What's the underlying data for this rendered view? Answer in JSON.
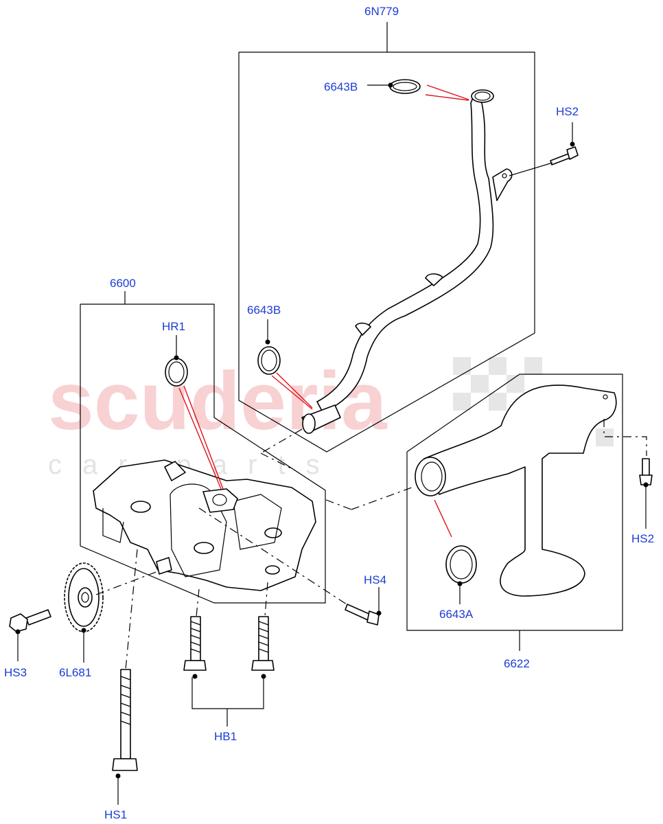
{
  "watermark": {
    "brand": "scuderia",
    "sub": "car parts"
  },
  "labels": {
    "oil_filler_tube": "6N779",
    "seal_top": "6643B",
    "seal_lower": "6643B",
    "screw_top_right": "HS2",
    "screw_right": "HS2",
    "oil_pump": "6600",
    "seal_hr1": "HR1",
    "screw_hs4": "HS4",
    "seal_6643a": "6643A",
    "strainer": "6622",
    "screw_hs3": "HS3",
    "gear": "6L681",
    "bolts_hb1": "HB1",
    "bolt_hs1": "HS1"
  },
  "colors": {
    "label": "#1a3cd6",
    "leader_red": "#e0101a",
    "watermark": "#f7c9cc"
  }
}
